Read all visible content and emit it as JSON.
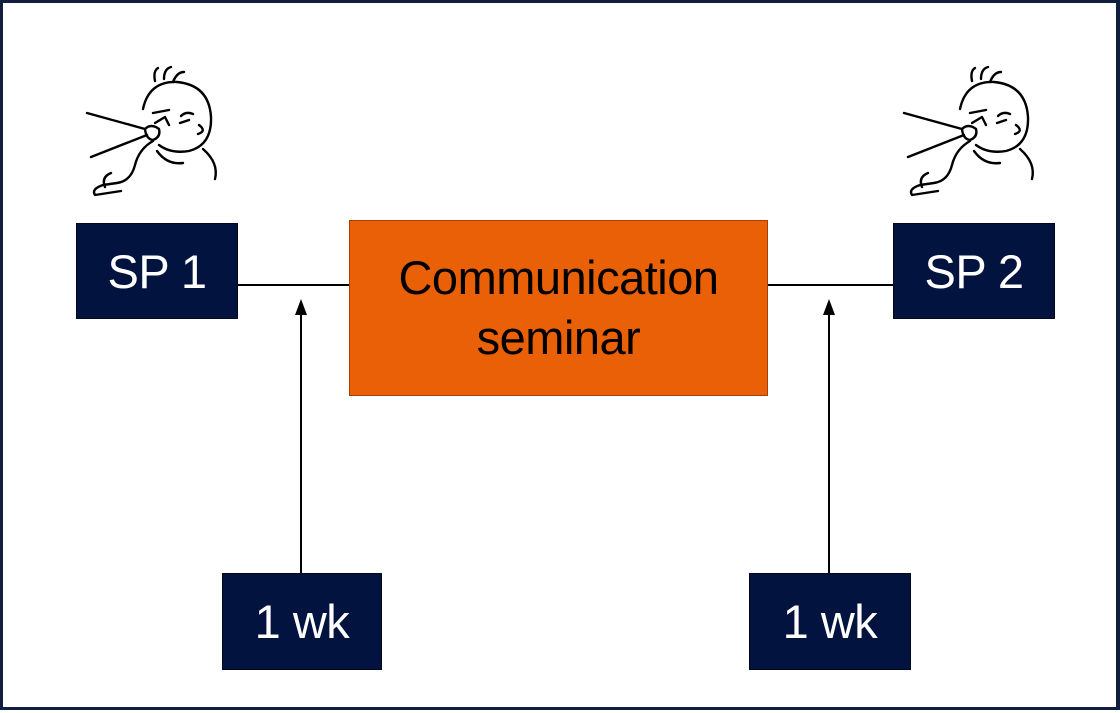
{
  "diagram": {
    "nodes": {
      "sp1": "SP 1",
      "sp2": "SP 2",
      "seminar_line1": "Communication",
      "seminar_line2": "seminar",
      "wk1": "1 wk",
      "wk2": "1 wk"
    },
    "edges": [
      {
        "from": "sp1",
        "to": "seminar"
      },
      {
        "from": "seminar",
        "to": "sp2"
      },
      {
        "from": "wk1",
        "to": "sp1-seminar link",
        "arrow": true
      },
      {
        "from": "wk2",
        "to": "seminar-sp2 link",
        "arrow": true
      }
    ],
    "icons": [
      "coughing-person-icon",
      "coughing-person-icon"
    ],
    "colors": {
      "node_fill": "#03133f",
      "node_text": "#ffffff",
      "seminar_fill": "#ea6006",
      "seminar_text": "#000000",
      "line": "#000000",
      "frame": "#0f1f3d"
    }
  }
}
